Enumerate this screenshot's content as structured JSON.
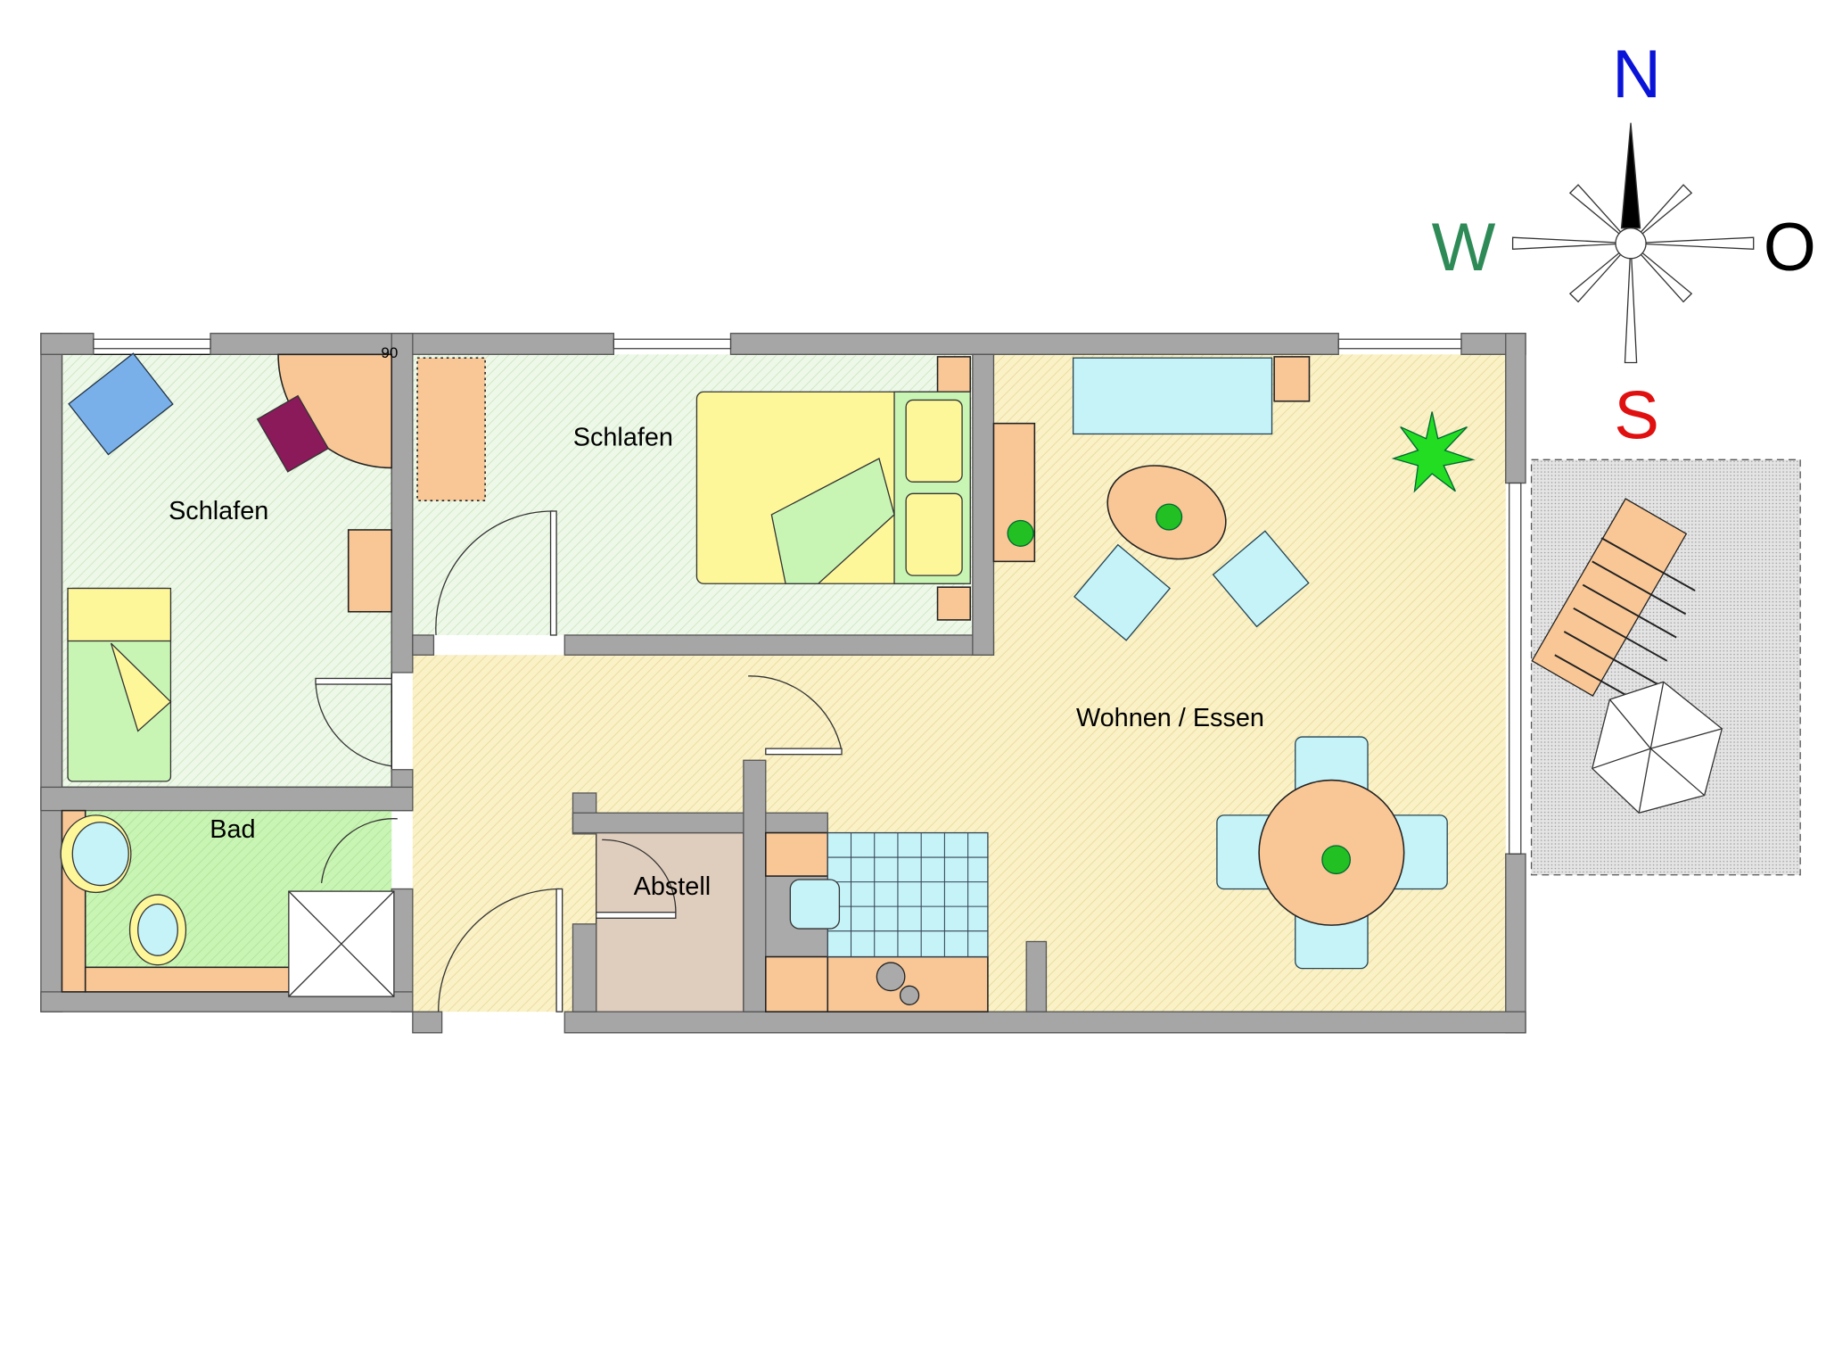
{
  "plan": {
    "rooms": {
      "bedroom_left": "Schlafen",
      "bedroom_middle": "Schlafen",
      "living_dining": "Wohnen / Essen",
      "bathroom": "Bad",
      "storage": "Abstell"
    },
    "fragment_label": "90"
  },
  "compass": {
    "north": "N",
    "west": "W",
    "east": "O",
    "south": "S"
  },
  "colors": {
    "north": "#0a14d8",
    "west": "#2e8b57",
    "east": "#000000",
    "south": "#e01010",
    "wall": "#a6a6a6"
  }
}
